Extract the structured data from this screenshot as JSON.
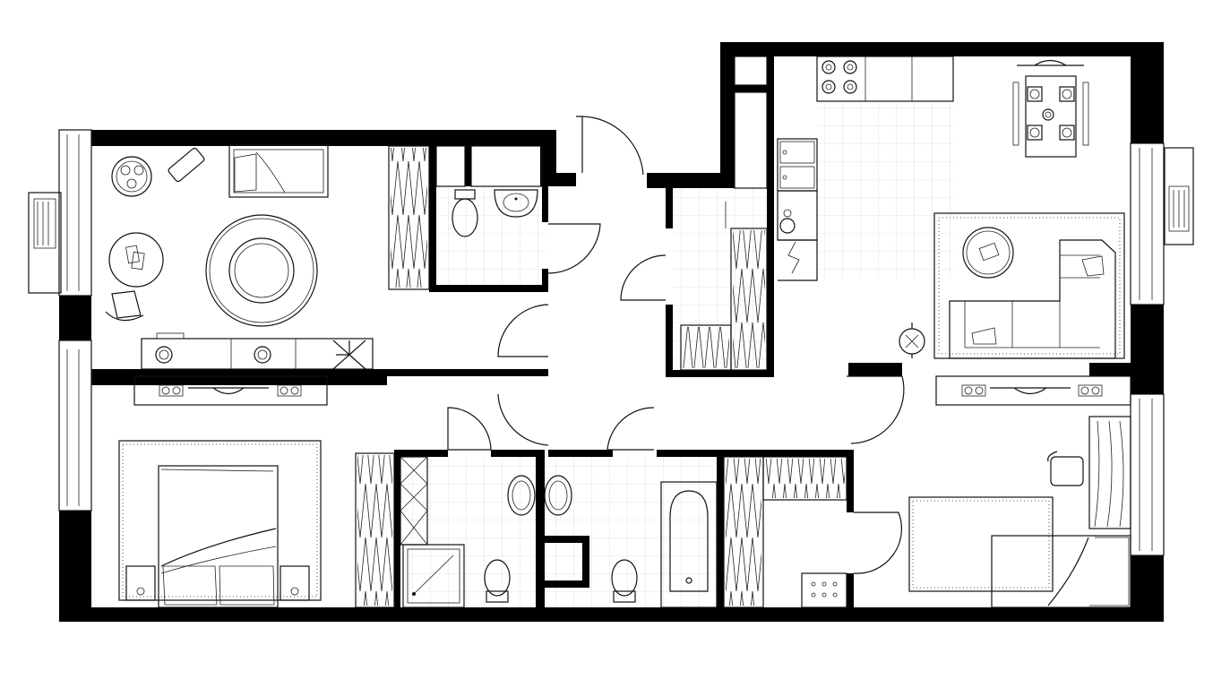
{
  "plan": {
    "colors": {
      "wall": "#000000",
      "line": "#111111",
      "tile": "#cfcfcf",
      "background": "#ffffff"
    },
    "rooms": [
      {
        "id": "living-room",
        "fixtures": [
          "round-table-icon",
          "side-table-icon",
          "lounge-chair-icon",
          "round-rug-icon",
          "daybed-icon",
          "tv-console-icon",
          "plant-icon",
          "armchair-icon",
          "wardrobe-icon",
          "ac-unit-icon"
        ]
      },
      {
        "id": "bathroom-upper",
        "fixtures": [
          "toilet-icon",
          "washbasin-icon"
        ]
      },
      {
        "id": "hall",
        "fixtures": []
      },
      {
        "id": "kitchen-living",
        "fixtures": [
          "cooktop-icon",
          "kitchen-sink-icon",
          "oven-icon",
          "dining-table-icon",
          "sofa-icon",
          "coffee-table-icon",
          "rug-icon",
          "floor-lamp-icon",
          "ac-unit-icon"
        ]
      },
      {
        "id": "laundry",
        "fixtures": [
          "wardrobe-icon"
        ]
      },
      {
        "id": "master-bedroom",
        "fixtures": [
          "double-bed-icon",
          "nightstand-icon",
          "rug-icon",
          "wardrobe-icon",
          "desk-icon"
        ]
      },
      {
        "id": "shower-room",
        "fixtures": [
          "shower-icon",
          "double-basin-icon",
          "toilet-icon"
        ]
      },
      {
        "id": "bathroom-lower",
        "fixtures": [
          "bathtub-icon",
          "toilet-icon"
        ]
      },
      {
        "id": "dressing-room",
        "fixtures": [
          "wardrobe-icon",
          "boiler-icon"
        ]
      },
      {
        "id": "kids-bedroom",
        "fixtures": [
          "single-bed-icon",
          "rug-icon",
          "desk-chair-icon",
          "curtain-icon",
          "desk-icon"
        ]
      }
    ]
  }
}
